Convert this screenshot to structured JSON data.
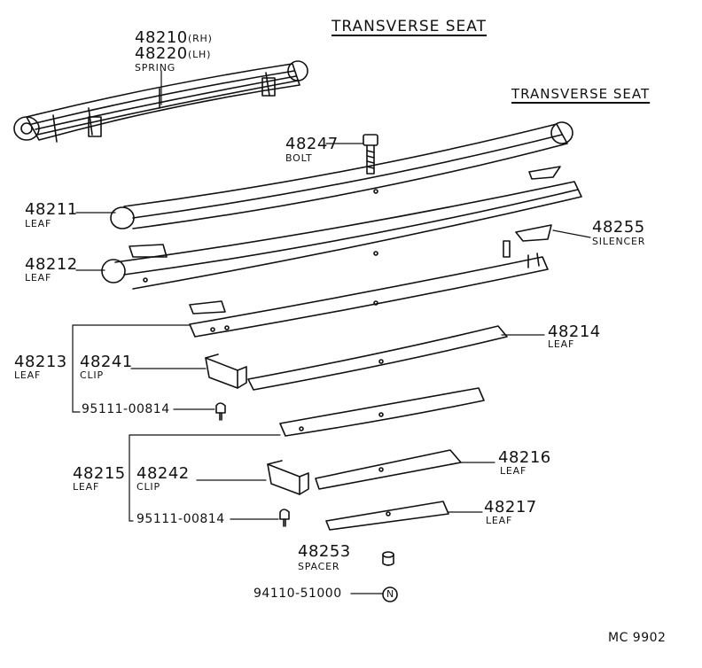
{
  "headers": {
    "main": "TRANSVERSE SEAT",
    "secondary": "TRANSVERSE SEAT"
  },
  "spring": {
    "rh": "48210",
    "rh_tag": "(RH)",
    "lh": "48220",
    "lh_tag": "(LH)",
    "name": "SPRING"
  },
  "parts": [
    {
      "id": "bolt",
      "num": "48247",
      "name": "BOLT"
    },
    {
      "id": "leaf1",
      "num": "48211",
      "name": "LEAF"
    },
    {
      "id": "silencer",
      "num": "48255",
      "name": "SILENCER"
    },
    {
      "id": "leaf2",
      "num": "48212",
      "name": "LEAF"
    },
    {
      "id": "leaf4",
      "num": "48214",
      "name": "LEAF"
    },
    {
      "id": "leaf3",
      "num": "48213",
      "name": "LEAF"
    },
    {
      "id": "clip1",
      "num": "48241",
      "name": "CLIP"
    },
    {
      "id": "rivet1",
      "num": "95111-00814",
      "name": ""
    },
    {
      "id": "leaf5",
      "num": "48215",
      "name": "LEAF"
    },
    {
      "id": "clip2",
      "num": "48242",
      "name": "CLIP"
    },
    {
      "id": "leaf6",
      "num": "48216",
      "name": "LEAF"
    },
    {
      "id": "rivet2",
      "num": "95111-00814",
      "name": ""
    },
    {
      "id": "leaf7",
      "num": "48217",
      "name": "LEAF"
    },
    {
      "id": "spacer",
      "num": "48253",
      "name": "SPACER"
    },
    {
      "id": "nut",
      "num": "94110-51000",
      "name": ""
    }
  ],
  "nut_symbol": "N",
  "footer": {
    "code": "MC  9902"
  }
}
